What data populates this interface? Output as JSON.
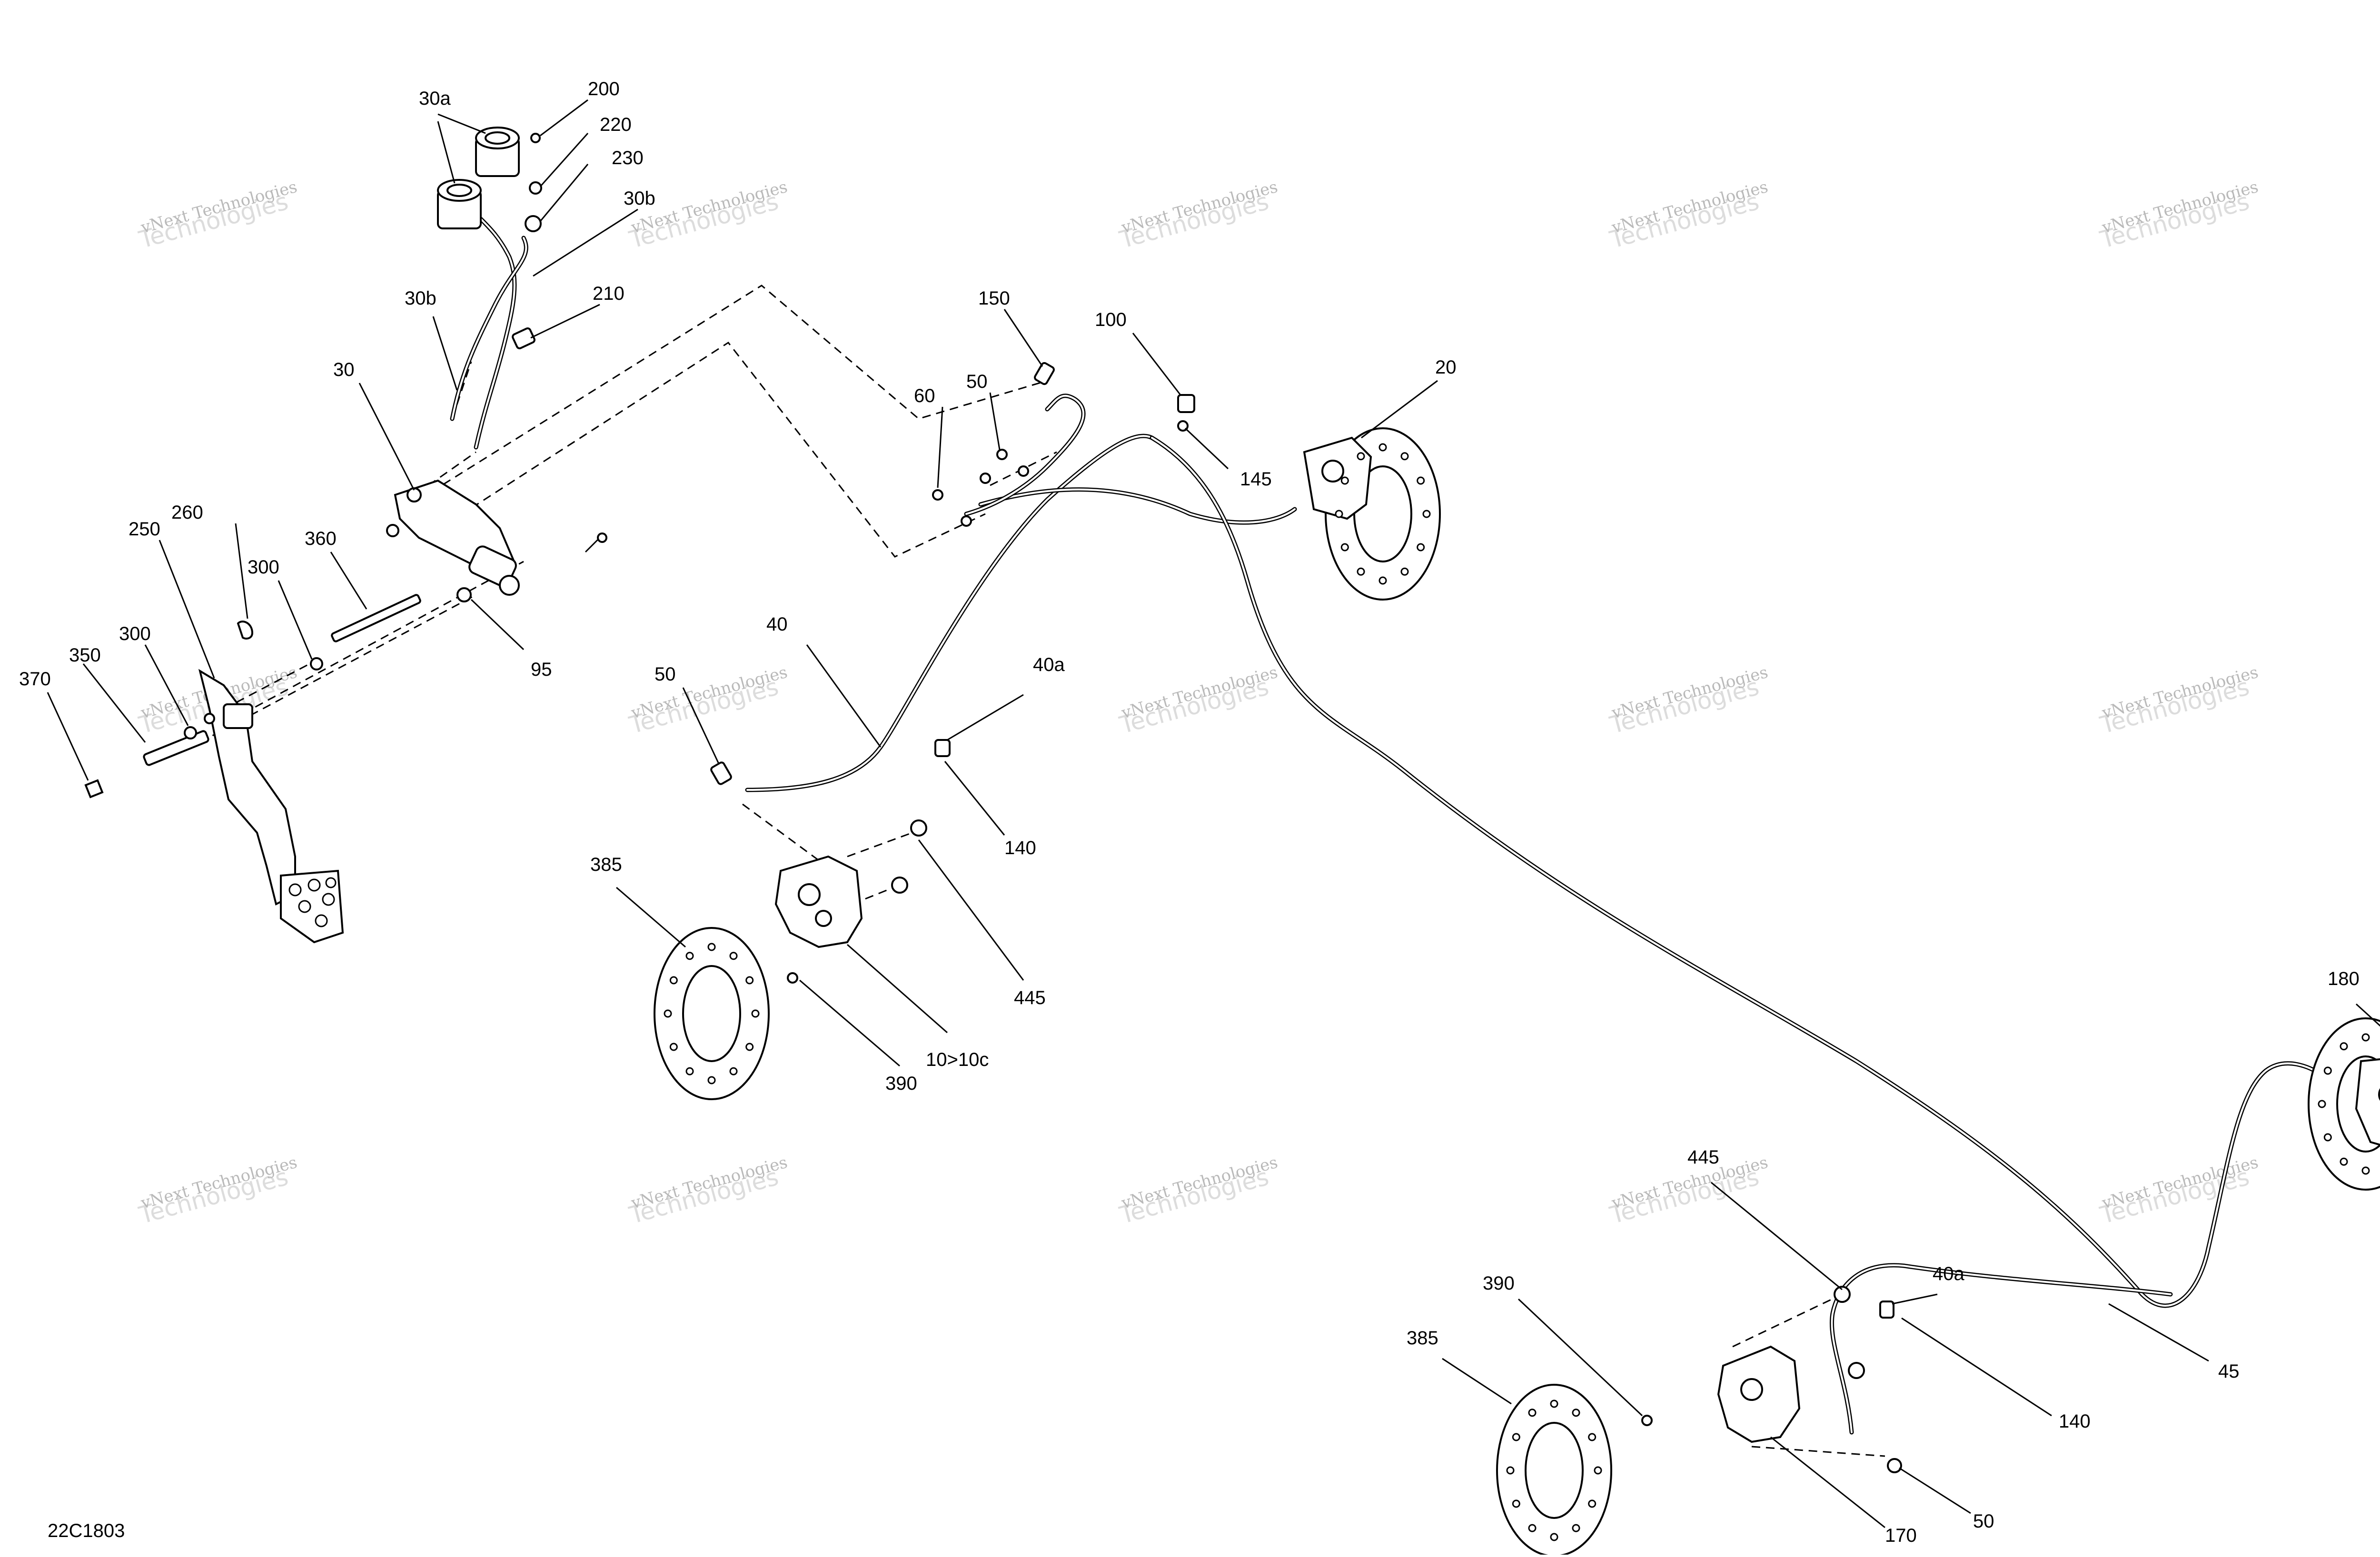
{
  "figure_code": "22C1803",
  "watermark": {
    "line1": "vNext Technologies",
    "line2": "Technologies"
  },
  "callouts": [
    {
      "id": "c-30a",
      "text": "30a"
    },
    {
      "id": "c-200",
      "text": "200"
    },
    {
      "id": "c-220",
      "text": "220"
    },
    {
      "id": "c-230",
      "text": "230"
    },
    {
      "id": "c-30b-top",
      "text": "30b"
    },
    {
      "id": "c-30b-left",
      "text": "30b"
    },
    {
      "id": "c-210",
      "text": "210"
    },
    {
      "id": "c-30",
      "text": "30"
    },
    {
      "id": "c-260",
      "text": "260"
    },
    {
      "id": "c-250",
      "text": "250"
    },
    {
      "id": "c-300-a",
      "text": "300"
    },
    {
      "id": "c-360",
      "text": "360"
    },
    {
      "id": "c-300-b",
      "text": "300"
    },
    {
      "id": "c-350",
      "text": "350"
    },
    {
      "id": "c-370",
      "text": "370"
    },
    {
      "id": "c-95",
      "text": "95"
    },
    {
      "id": "c-150",
      "text": "150"
    },
    {
      "id": "c-100",
      "text": "100"
    },
    {
      "id": "c-60",
      "text": "60"
    },
    {
      "id": "c-50-top",
      "text": "50"
    },
    {
      "id": "c-145",
      "text": "145"
    },
    {
      "id": "c-20",
      "text": "20"
    },
    {
      "id": "c-40",
      "text": "40"
    },
    {
      "id": "c-40a-mid",
      "text": "40a"
    },
    {
      "id": "c-50-mid",
      "text": "50"
    },
    {
      "id": "c-140-mid",
      "text": "140"
    },
    {
      "id": "c-385-left",
      "text": "385"
    },
    {
      "id": "c-445-mid",
      "text": "445"
    },
    {
      "id": "c-10-10c",
      "text": "10>10c"
    },
    {
      "id": "c-390-left",
      "text": "390"
    },
    {
      "id": "c-180",
      "text": "180"
    },
    {
      "id": "c-445-right",
      "text": "445"
    },
    {
      "id": "c-40a-right",
      "text": "40a"
    },
    {
      "id": "c-390-right",
      "text": "390"
    },
    {
      "id": "c-385-right",
      "text": "385"
    },
    {
      "id": "c-45",
      "text": "45"
    },
    {
      "id": "c-140-right",
      "text": "140"
    },
    {
      "id": "c-50-right",
      "text": "50"
    },
    {
      "id": "c-170",
      "text": "170"
    }
  ]
}
